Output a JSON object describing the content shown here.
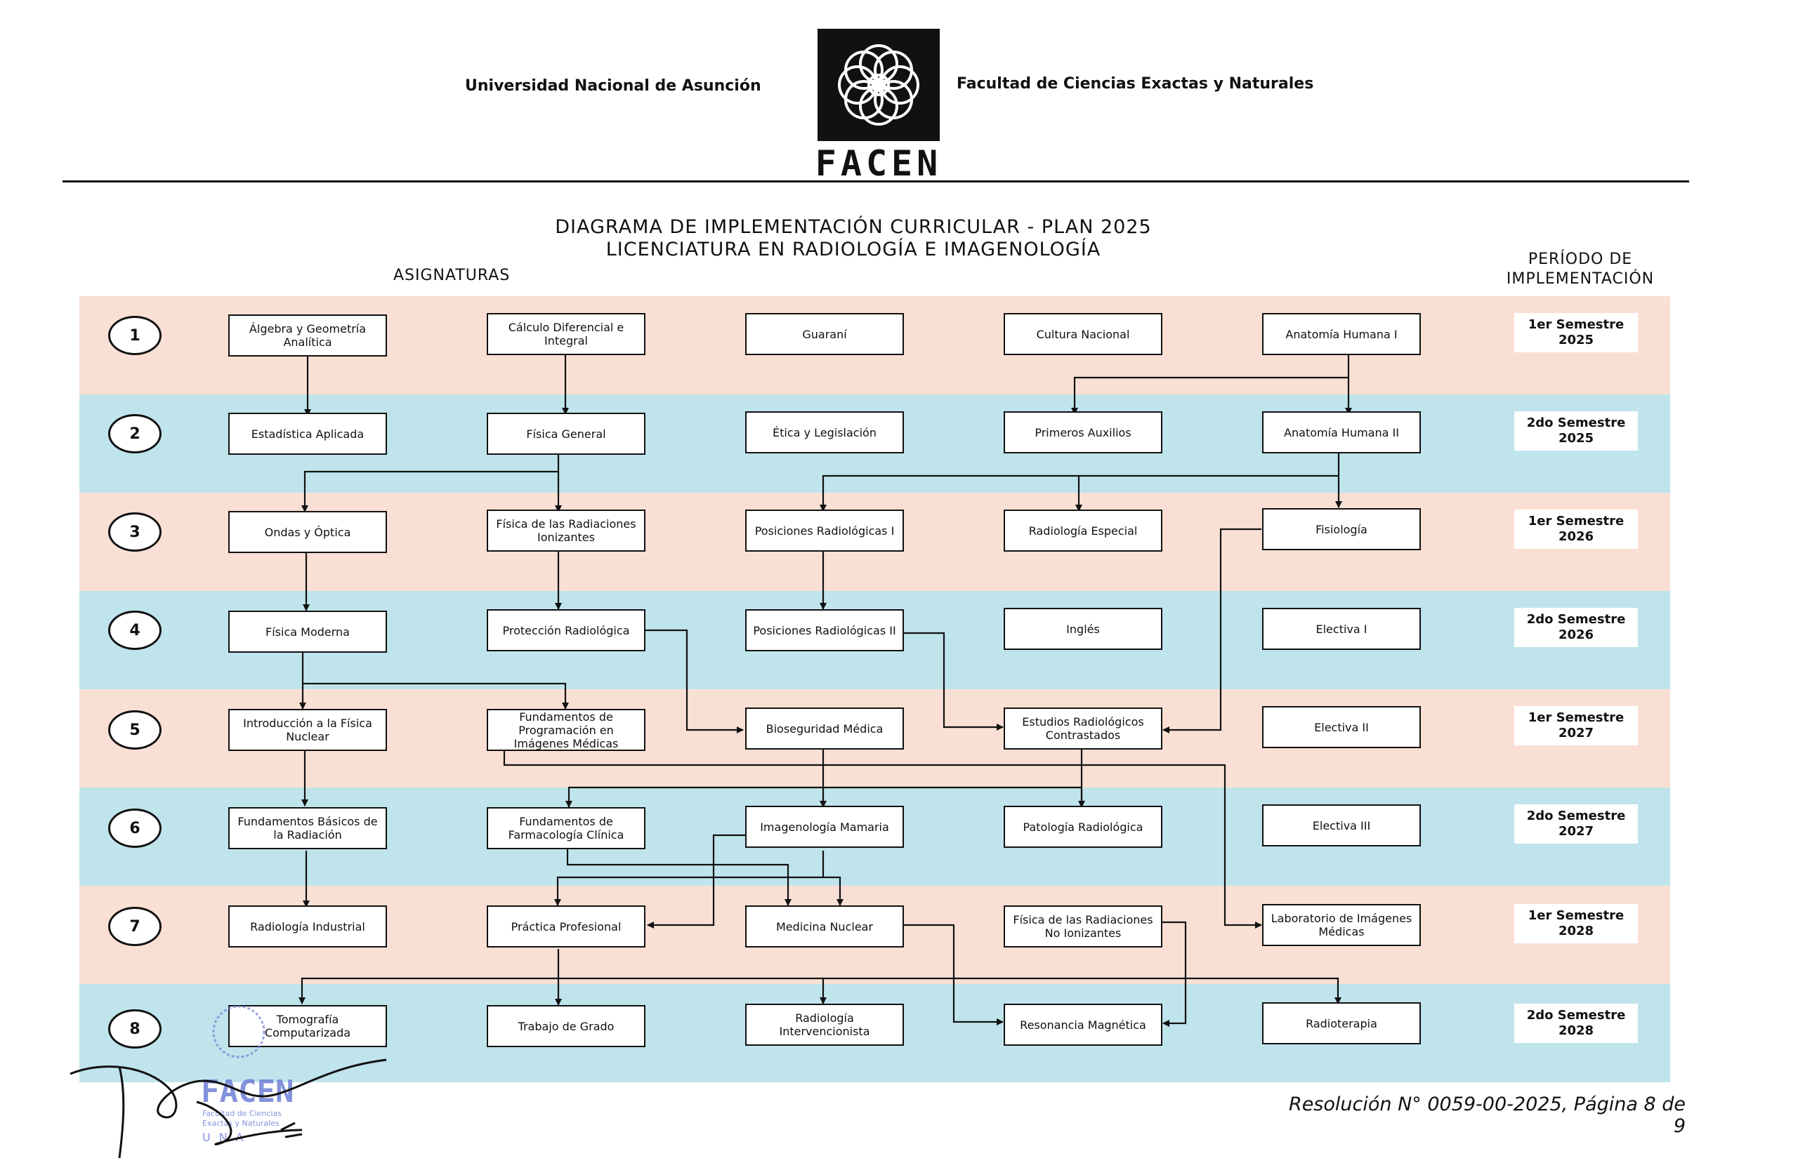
{
  "header": {
    "university": "Universidad Nacional de Asunción",
    "faculty": "Facultad de Ciencias Exactas y Naturales",
    "logo_word": "FACEN"
  },
  "title": {
    "line1": "DIAGRAMA DE IMPLEMENTACIÓN CURRICULAR - PLAN 2025",
    "line2": "LICENCIATURA EN RADIOLOGÍA E IMAGENOLOGÍA"
  },
  "columns": {
    "subjects": "ASIGNATURAS",
    "period_line1": "PERÍODO DE",
    "period_line2": "IMPLEMENTACIÓN"
  },
  "semesters": [
    {
      "number": "1",
      "period": "1er Semestre 2025",
      "courses": [
        "Álgebra y Geometría Analítica",
        "Cálculo Diferencial e Integral",
        "Guaraní",
        "Cultura Nacional",
        "Anatomía Humana I"
      ]
    },
    {
      "number": "2",
      "period": "2do Semestre 2025",
      "courses": [
        "Estadística Aplicada",
        "Física General",
        "Ética y Legislación",
        "Primeros Auxilios",
        "Anatomía Humana II"
      ]
    },
    {
      "number": "3",
      "period": "1er Semestre 2026",
      "courses": [
        "Ondas y Óptica",
        "Física de las Radiaciones Ionizantes",
        "Posiciones Radiológicas I",
        "Radiología Especial",
        "Fisiología"
      ]
    },
    {
      "number": "4",
      "period": "2do Semestre 2026",
      "courses": [
        "Física Moderna",
        "Protección Radiológica",
        "Posiciones Radiológicas II",
        "Inglés",
        "Electiva I"
      ]
    },
    {
      "number": "5",
      "period": "1er Semestre 2027",
      "courses": [
        "Introducción a la Física Nuclear",
        "Fundamentos de Programación en Imágenes Médicas",
        "Bioseguridad Médica",
        "Estudios Radiológicos Contrastados",
        "Electiva II"
      ]
    },
    {
      "number": "6",
      "period": "2do Semestre 2027",
      "courses": [
        "Fundamentos Básicos de la Radiación",
        "Fundamentos de Farmacología Clínica",
        "Imagenología Mamaria",
        "Patología Radiológica",
        "Electiva III"
      ]
    },
    {
      "number": "7",
      "period": "1er Semestre 2028",
      "courses": [
        "Radiología Industrial",
        "Práctica Profesional",
        "Medicina Nuclear",
        "Física de las Radiaciones No Ionizantes",
        "Laboratorio de Imágenes Médicas"
      ]
    },
    {
      "number": "8",
      "period": "2do Semestre 2028",
      "courses": [
        "Tomografía Computarizada",
        "Trabajo de Grado",
        "Radiología Intervencionista",
        "Resonancia Magnética",
        "Radioterapia"
      ]
    }
  ],
  "footer": {
    "resolution": "Resolución N° 0059-00-2025, Página 8 de 9"
  },
  "stamp": {
    "word": "FACEN",
    "line1": "Facultad de Ciencias",
    "line2": "Exactas y Naturales",
    "line3": "U N A"
  },
  "colors": {
    "band_odd": "#fae0d4",
    "band_even": "#bfe4ec",
    "ink": "#111111",
    "stamp": "#6f7fd6"
  }
}
